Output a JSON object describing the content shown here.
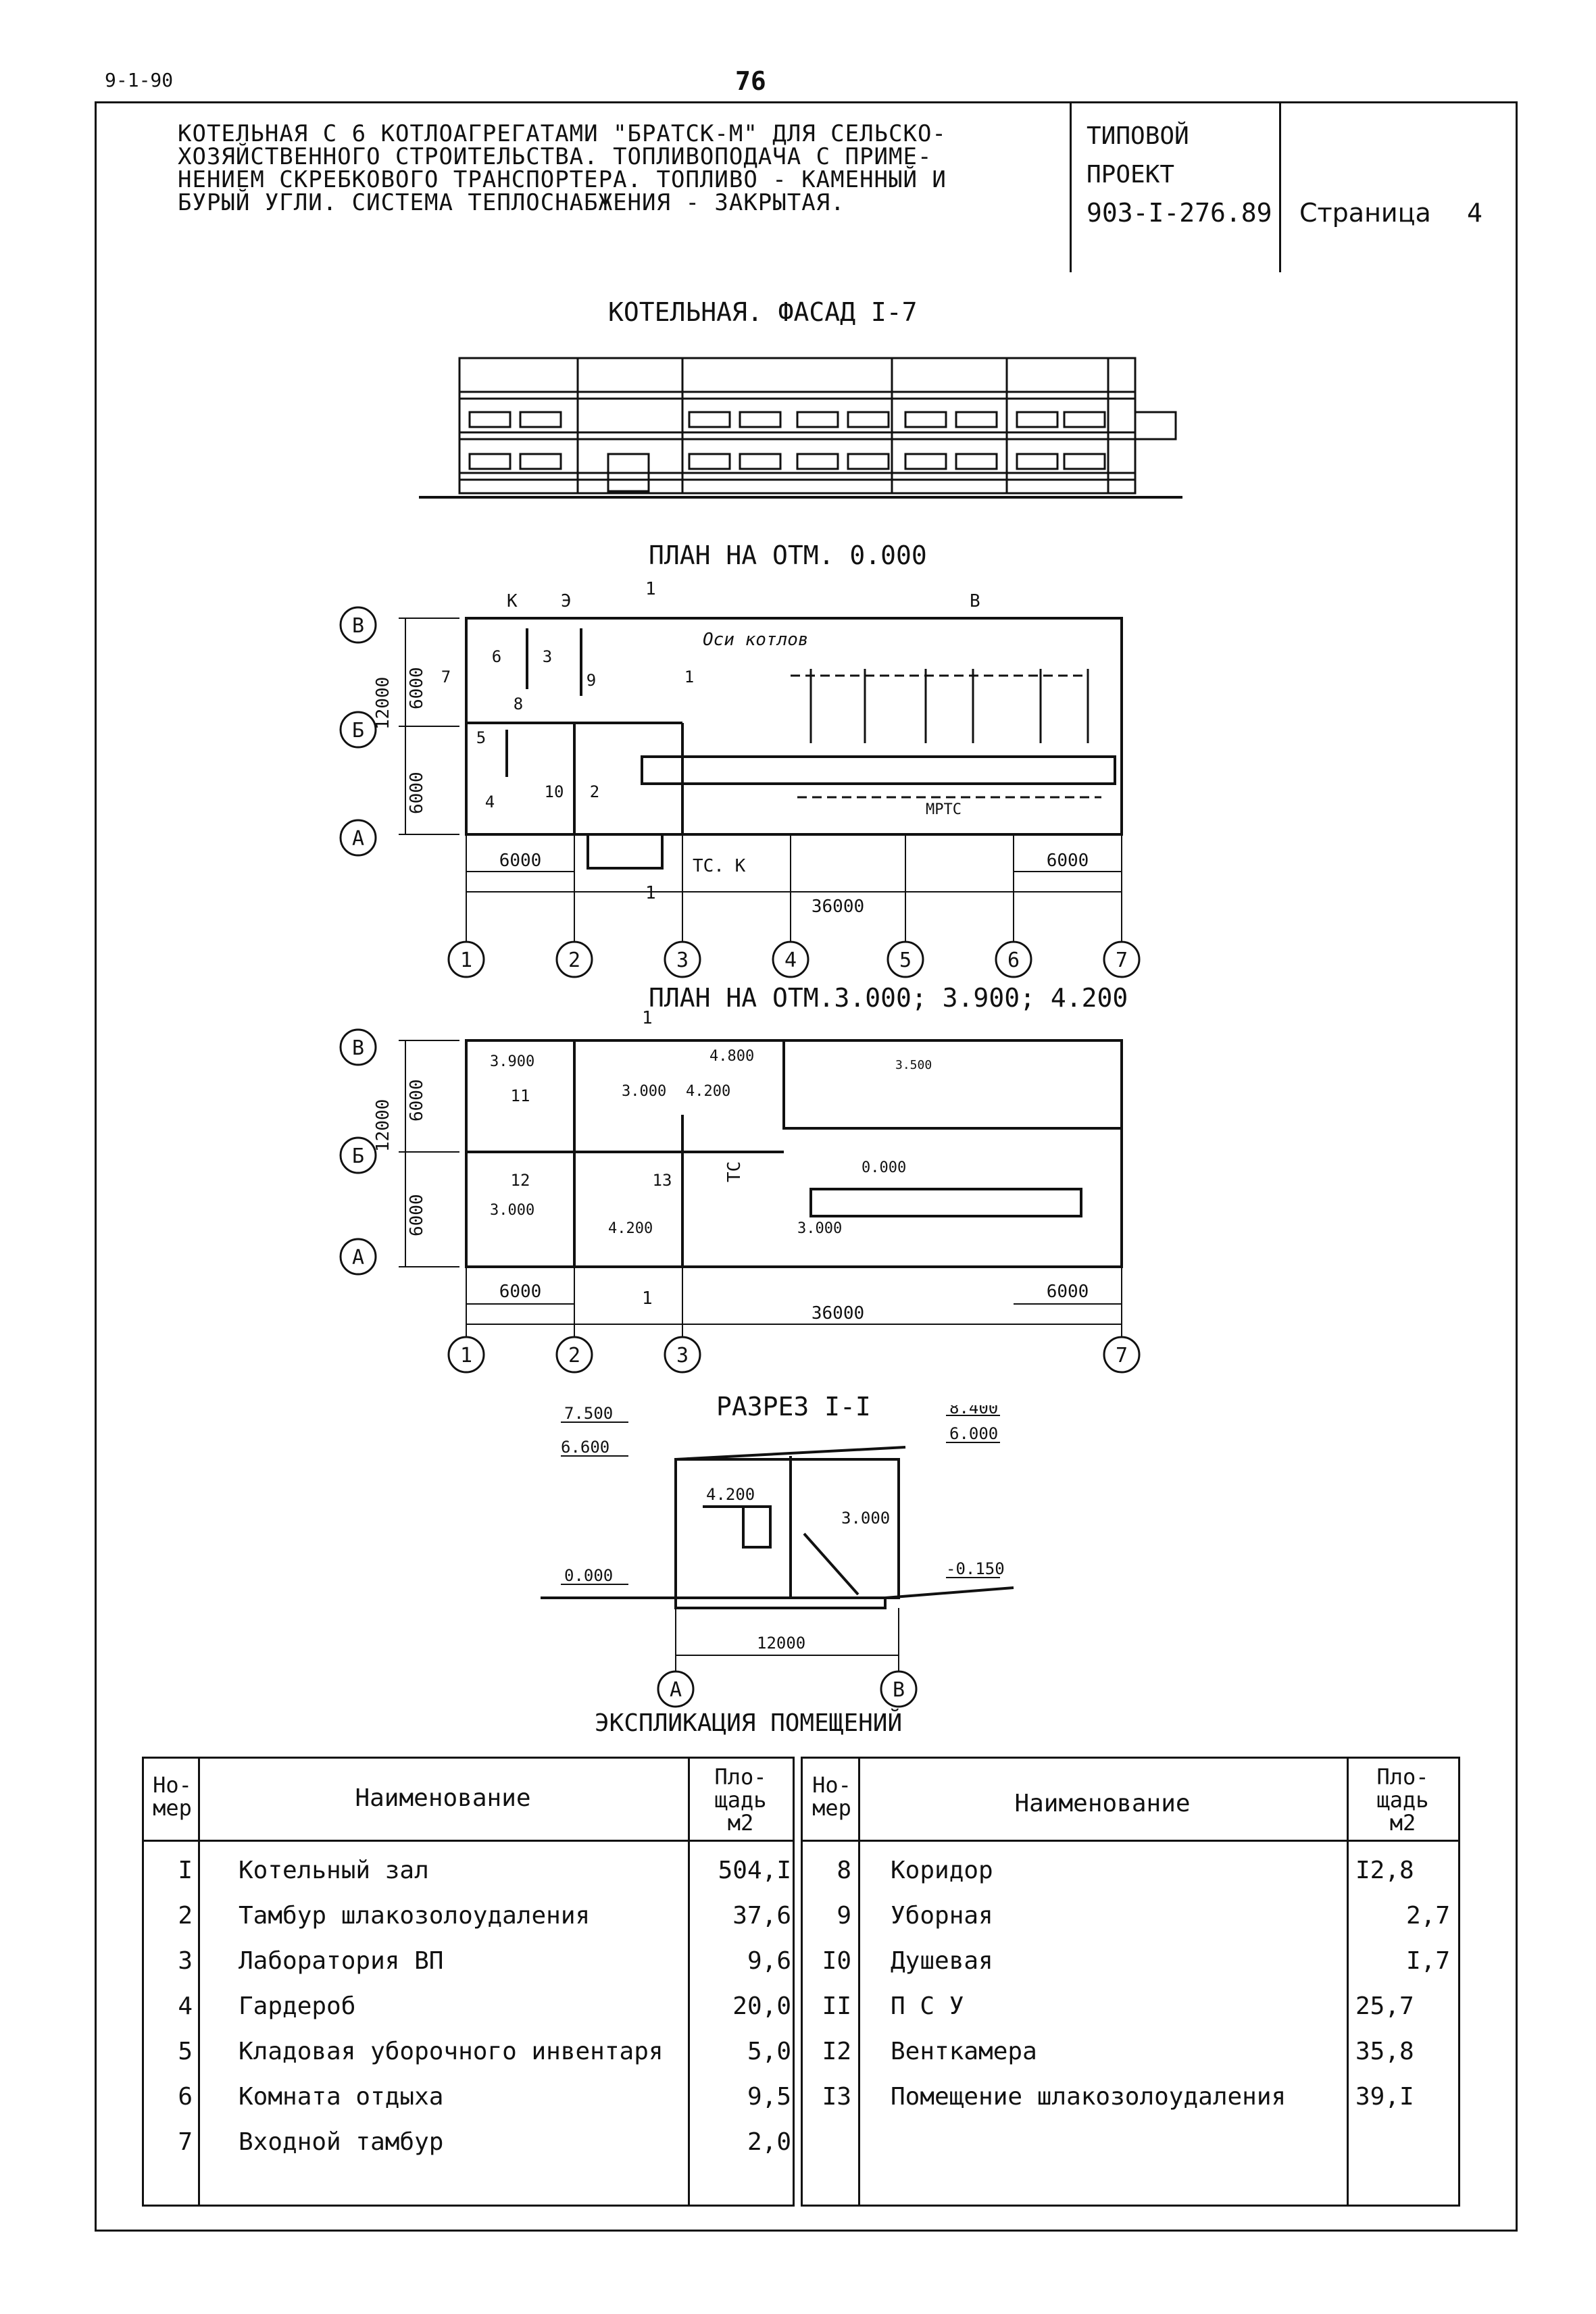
{
  "page": {
    "doc_code": "9-1-90",
    "page_number": "76"
  },
  "header": {
    "title_lines": [
      "КОТЕЛЬНАЯ С 6 КОТЛОАГРЕГАТАМИ \"БРАТСК-М\" ДЛЯ СЕЛЬСКО-",
      "ХОЗЯЙСТВЕННОГО СТРОИТЕЛЬСТВА. ТОПЛИВОПОДАЧА С ПРИМЕ-",
      "НЕНИЕМ СКРЕБКОВОГО ТРАНСПОРТЕРА. ТОПЛИВО - КАМЕННЫЙ И",
      "БУРЫЙ УГЛИ. СИСТЕМА ТЕПЛОСНАБЖЕНИЯ - ЗАКРЫТАЯ."
    ],
    "project_label_1": "ТИПОВОЙ",
    "project_label_2": "ПРОЕКТ",
    "project_number": "903-I-276.89",
    "sheet_label": "Страница",
    "sheet_number": "4"
  },
  "drawings": {
    "facade_title": "КОТЕЛЬНАЯ. ФАСАД I-7",
    "plan1_title": "ПЛАН НА ОТМ. 0.000",
    "plan2_title": "ПЛАН НА ОТМ.3.000; 3.900; 4.200",
    "section_title": "РАЗРЕЗ I-I",
    "plan1": {
      "axes_rows": [
        "В",
        "Б",
        "А"
      ],
      "axes_cols": [
        "1",
        "2",
        "3",
        "4",
        "5",
        "6",
        "7"
      ],
      "dim_left_total": "12000",
      "dim_left_parts": [
        "6000",
        "6000"
      ],
      "dim_bottom_left": "6000",
      "dim_bottom_right": "6000",
      "dim_total": "36000",
      "room_numbers": [
        "1",
        "2",
        "3",
        "4",
        "5",
        "6",
        "7",
        "8",
        "9",
        "10"
      ],
      "labels": {
        "boiler_axis": "Оси котлов",
        "k": "К",
        "e": "Э",
        "v": "В",
        "section_mark": "1",
        "tc_k": "ТС. К",
        "mp": "МРТС"
      }
    },
    "plan2": {
      "axes_rows": [
        "В",
        "Б",
        "А"
      ],
      "axes_cols": [
        "1",
        "2",
        "3",
        "7"
      ],
      "dim_left_total": "12000",
      "dim_left_parts": [
        "6000",
        "6000"
      ],
      "dim_bottom_left": "6000",
      "dim_bottom_right": "6000",
      "dim_total": "36000",
      "room_numbers": [
        "11",
        "12",
        "13"
      ],
      "levels": [
        "3.900",
        "3.000",
        "4.200",
        "4.800",
        "3.500",
        "0.000",
        "3.000",
        "4.200",
        "3.000"
      ],
      "tc": "ТС",
      "section_mark": "1"
    },
    "section": {
      "levels_left": [
        "7.500",
        "6.600",
        "0.000"
      ],
      "levels_right": [
        "8.400",
        "6.000",
        "-0.150"
      ],
      "levels_inner": [
        "4.200",
        "3.000"
      ],
      "span": "12000",
      "axes": [
        "А",
        "В"
      ]
    }
  },
  "explication": {
    "title": "ЭКСПЛИКАЦИЯ ПОМЕЩЕНИЙ",
    "headers": {
      "number_1": "Но-",
      "number_2": "мер",
      "name": "Наименование",
      "area_1": "Пло-",
      "area_2": "щадь",
      "area_3": "м2"
    },
    "left_rows": [
      {
        "no": "I",
        "name": "Котельный зал",
        "area": "504,I"
      },
      {
        "no": "2",
        "name": "Тамбур шлакозолоудаления",
        "area": "37,6"
      },
      {
        "no": "3",
        "name": "Лаборатория ВП",
        "area": "9,6"
      },
      {
        "no": "4",
        "name": "Гардероб",
        "area": "20,0"
      },
      {
        "no": "5",
        "name": "Кладовая уборочного инвентаря",
        "area": "5,0"
      },
      {
        "no": "6",
        "name": "Комната отдыха",
        "area": "9,5"
      },
      {
        "no": "7",
        "name": "Входной тамбур",
        "area": "2,0"
      }
    ],
    "right_rows": [
      {
        "no": "8",
        "name": "Коридор",
        "area": "I2,8"
      },
      {
        "no": "9",
        "name": "Уборная",
        "area": "2,7"
      },
      {
        "no": "I0",
        "name": "Душевая",
        "area": "I,7"
      },
      {
        "no": "II",
        "name": "П С У",
        "area": "25,7"
      },
      {
        "no": "I2",
        "name": "Венткамера",
        "area": "35,8"
      },
      {
        "no": "I3",
        "name": "Помещение шлакозолоудаления",
        "area": "39,I"
      }
    ]
  }
}
